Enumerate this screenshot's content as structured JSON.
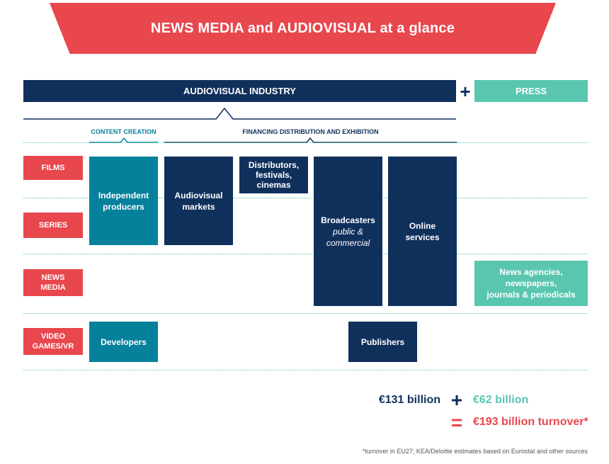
{
  "title": "NEWS MEDIA and AUDIOVISUAL at a glance",
  "header": {
    "audiovisual": "AUDIOVISUAL INDUSTRY",
    "plus": "+",
    "press": "PRESS"
  },
  "sections": {
    "content_creation": "CONTENT CREATION",
    "financing": "FINANCING DISTRIBUTION AND EXHIBITION"
  },
  "rows": {
    "films": "FILMS",
    "series": "SERIES",
    "news_media": [
      "NEWS",
      "MEDIA"
    ],
    "video_games": [
      "VIDEO",
      "GAMES/VR"
    ]
  },
  "boxes": {
    "independent_producers": [
      "Independent",
      "producers"
    ],
    "audiovisual_markets": [
      "Audiovisual",
      "markets"
    ],
    "distributors": [
      "Distributors,",
      "festivals,",
      "cinemas"
    ],
    "broadcasters": {
      "title": "Broadcasters",
      "sub": [
        "public &",
        "commercial"
      ]
    },
    "online_services": [
      "Online",
      "services"
    ],
    "news_agencies": [
      "News agencies,",
      "newspapers,",
      "journals & periodicals"
    ],
    "developers": "Developers",
    "publishers": "Publishers"
  },
  "totals": {
    "audiovisual": "€131 billion",
    "plus": "+",
    "press": "€62 billion",
    "equals": "=",
    "total": "€193 billion turnover*"
  },
  "footnote": "*turnover in EU27; KEA/Deloitte estimates based on Eurostat and other sources",
  "colors": {
    "navy": "#10305c",
    "teal": "#06819c",
    "mint": "#5ac6b0",
    "red": "#e8474d"
  }
}
